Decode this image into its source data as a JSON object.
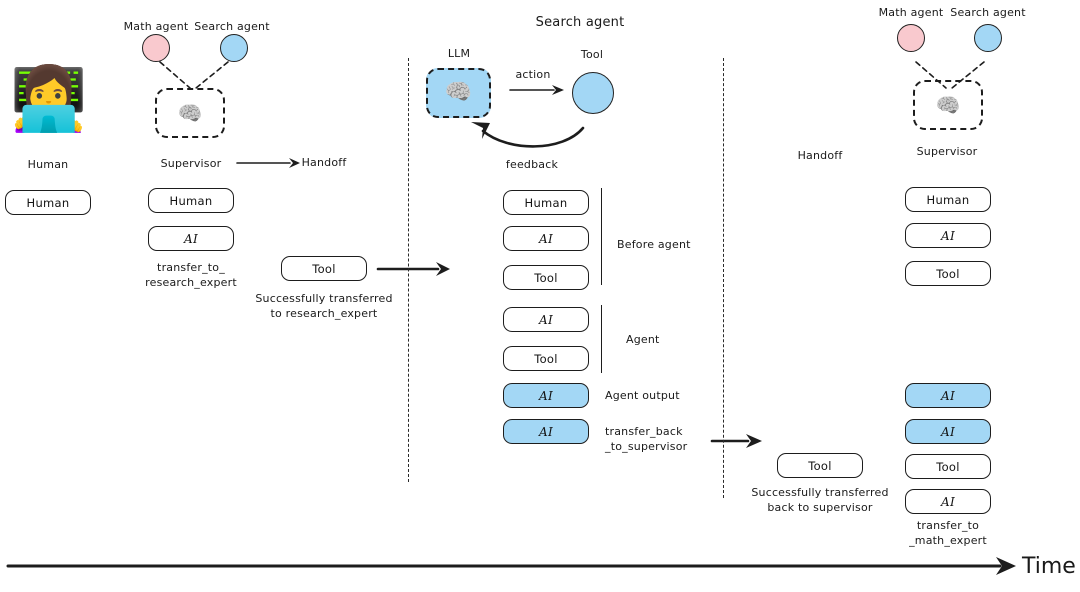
{
  "diagram": {
    "title_center": "Search agent",
    "time_axis_label": "Time"
  },
  "left_column": {
    "avatar_icon": "woman-technologist-emoji",
    "caption": "Human",
    "messages": [
      {
        "label": "Human",
        "kind": "human",
        "highlight": false
      }
    ]
  },
  "supervisor_left": {
    "agents": [
      {
        "label": "Math agent",
        "color": "#f9c9ce"
      },
      {
        "label": "Search agent",
        "color": "#a3d7f5"
      }
    ],
    "node_icon": "brain-icon",
    "caption": "Supervisor",
    "handoff_label": "Handoff",
    "messages": [
      {
        "label": "Human",
        "kind": "human",
        "highlight": false
      },
      {
        "label": "AI",
        "kind": "ai",
        "highlight": false
      }
    ],
    "annotation": "transfer_to_\nresearch_expert"
  },
  "handoff_left": {
    "tool_box": {
      "label": "Tool",
      "kind": "tool",
      "highlight": false
    },
    "annotation": "Successfully transferred\nto research_expert"
  },
  "search_agent": {
    "title": "Search agent",
    "llm_label": "LLM",
    "llm_icon": "brain-icon",
    "tool_label": "Tool",
    "action_label": "action",
    "feedback_label": "feedback",
    "messages": [
      {
        "label": "Human",
        "kind": "human",
        "highlight": false
      },
      {
        "label": "AI",
        "kind": "ai",
        "highlight": false
      },
      {
        "label": "Tool",
        "kind": "tool",
        "highlight": false
      },
      {
        "label": "AI",
        "kind": "ai",
        "highlight": false
      },
      {
        "label": "Tool",
        "kind": "tool",
        "highlight": false
      },
      {
        "label": "AI",
        "kind": "ai",
        "highlight": true
      },
      {
        "label": "AI",
        "kind": "ai",
        "highlight": true
      }
    ],
    "brackets": [
      {
        "label": "Before agent"
      },
      {
        "label": "Agent"
      }
    ],
    "agent_output_label": "Agent output",
    "transfer_back_label": "transfer_back\n_to_supervisor"
  },
  "handoff_right": {
    "handoff_label": "Handoff",
    "tool_box": {
      "label": "Tool",
      "kind": "tool",
      "highlight": false
    },
    "annotation": "Successfully transferred\nback to supervisor"
  },
  "supervisor_right": {
    "agents": [
      {
        "label": "Math agent",
        "color": "#f9c9ce"
      },
      {
        "label": "Search agent",
        "color": "#a3d7f5"
      }
    ],
    "node_icon": "brain-icon",
    "caption": "Supervisor",
    "messages_top": [
      {
        "label": "Human",
        "kind": "human",
        "highlight": false
      },
      {
        "label": "AI",
        "kind": "ai",
        "highlight": false
      },
      {
        "label": "Tool",
        "kind": "tool",
        "highlight": false
      }
    ],
    "messages_bottom": [
      {
        "label": "AI",
        "kind": "ai",
        "highlight": true
      },
      {
        "label": "AI",
        "kind": "ai",
        "highlight": true
      },
      {
        "label": "Tool",
        "kind": "tool",
        "highlight": false
      },
      {
        "label": "AI",
        "kind": "ai",
        "highlight": false
      }
    ],
    "annotation": "transfer_to\n_math_expert"
  },
  "colors": {
    "blue": "#a3d7f5",
    "pink": "#f9c9ce",
    "ink": "#1d1d1d"
  }
}
